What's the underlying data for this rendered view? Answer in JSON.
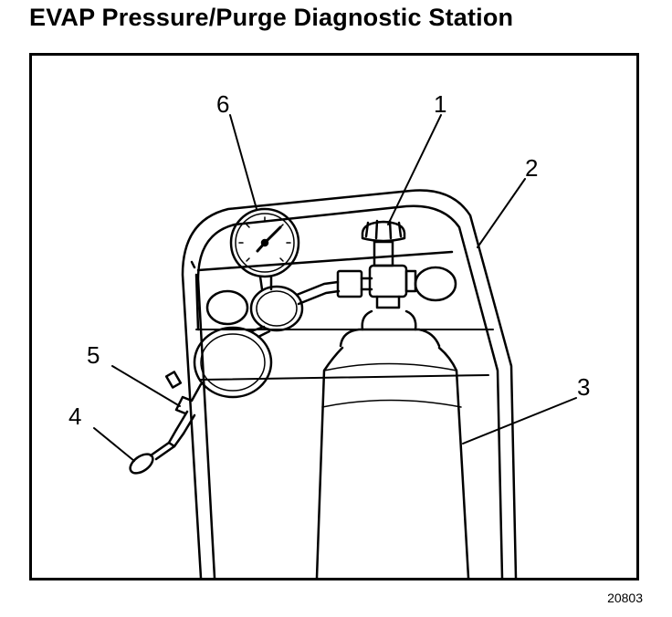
{
  "title": "EVAP Pressure/Purge Diagnostic Station",
  "figure_number": "20803",
  "callouts": [
    "1",
    "2",
    "3",
    "4",
    "5",
    "6"
  ]
}
